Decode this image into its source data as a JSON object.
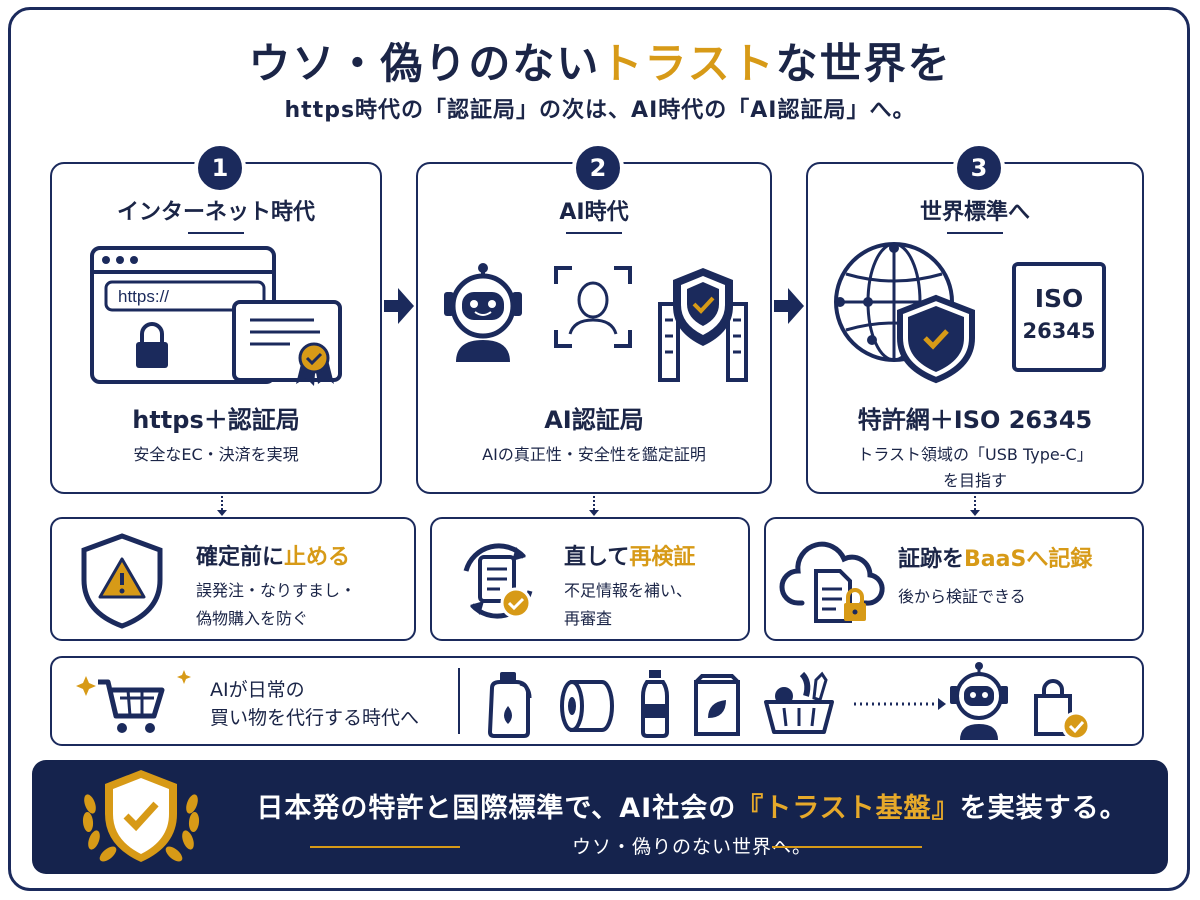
{
  "header": {
    "title_pre": "ウソ・偽りのない",
    "title_highlight": "トラスト",
    "title_post": "な世界を",
    "subtitle": "https時代の「認証局」の次は、AI時代の「AI認証局」へ。"
  },
  "cards": [
    {
      "number": "1",
      "title": "インターネット時代",
      "url_text": "https://",
      "headline": "https＋認証局",
      "desc": "安全なEC・決済を実現"
    },
    {
      "number": "2",
      "title": "AI時代",
      "headline": "AI認証局",
      "desc": "AIの真正性・安全性を鑑定証明"
    },
    {
      "number": "3",
      "title": "世界標準へ",
      "badge_line1": "ISO",
      "badge_line2": "26345",
      "headline": "特許網＋ISO 26345",
      "desc": "トラスト領域の「USB Type-C」\nを目指す"
    }
  ],
  "steps": [
    {
      "title_pre": "確定前に",
      "title_highlight": "止める",
      "desc": "誤発注・なりすまし・\n偽物購入を防ぐ",
      "icon": "warning-shield-icon"
    },
    {
      "title_pre": "直して",
      "title_highlight": "再検証",
      "desc": "不足情報を補い、\n再審査",
      "icon": "document-refresh-icon"
    },
    {
      "title_pre": "証跡を",
      "title_highlight": "BaaSへ記録",
      "desc": "後から検証できる",
      "icon": "cloud-document-lock-icon"
    }
  ],
  "shopping": {
    "text": "AIが日常の\n買い物を代行する時代へ"
  },
  "banner": {
    "main_pre": "日本発の特許と国際標準で、AI社会の",
    "main_highlight": "『トラスト基盤』",
    "main_post": "を実装する。",
    "sub": "ウソ・偽りのない世界へ。"
  },
  "colors": {
    "navy": "#1b2a5c",
    "gold": "#d79a17",
    "banner_bg": "#15234d"
  }
}
